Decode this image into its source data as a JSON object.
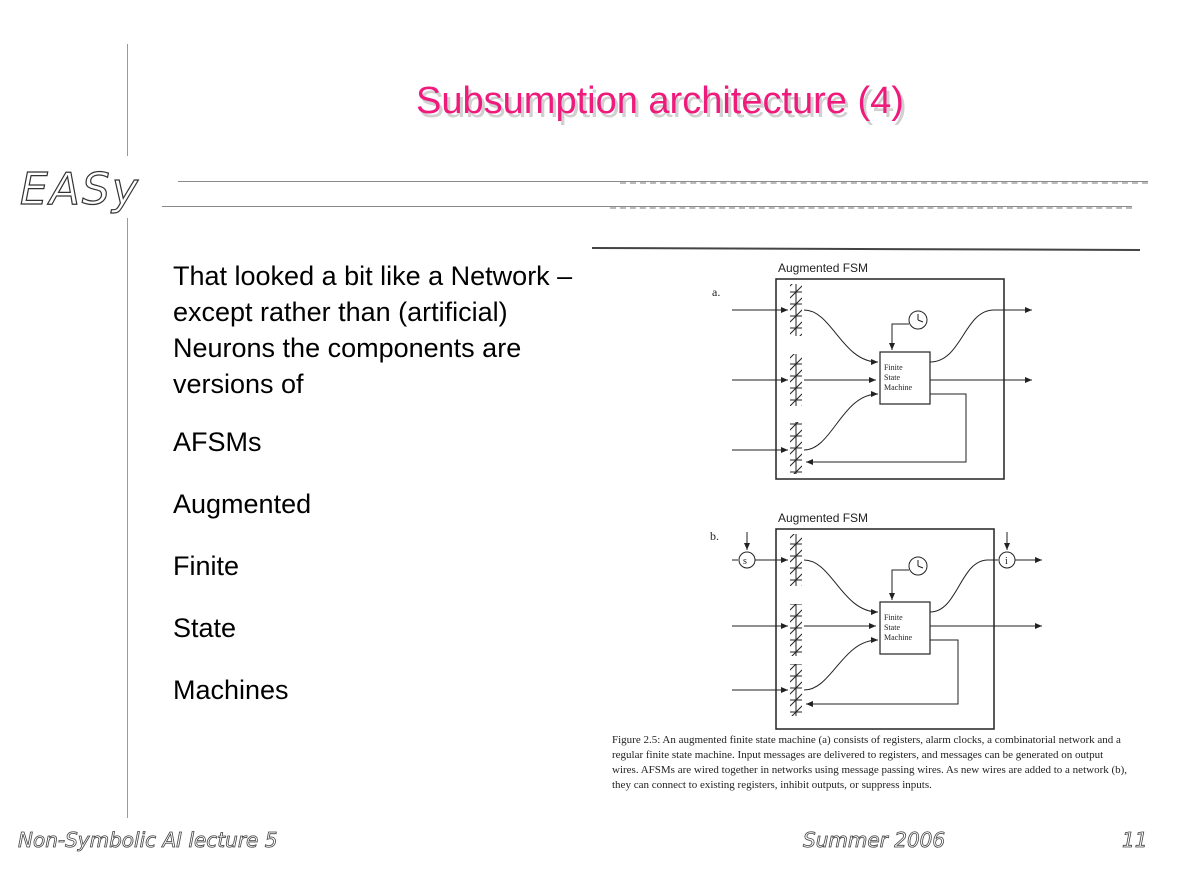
{
  "logo": "EASy",
  "title": "Subsumption architecture (4)",
  "body": {
    "intro": "That looked a bit like a Network – except rather than (artificial) Neurons the components are versions of",
    "items": [
      "AFSMs",
      "Augmented",
      "Finite",
      "State",
      "Machines"
    ]
  },
  "figure": {
    "panel_a_letter": "a.",
    "panel_a_title": "Augmented FSM",
    "panel_b_letter": "b.",
    "panel_b_title": "Augmented FSM",
    "fsm_label_line1": "Finite",
    "fsm_label_line2": "State",
    "fsm_label_line3": "Machine",
    "suppress_symbol": "s",
    "inhibit_symbol": "i",
    "caption": "Figure 2.5: An augmented finite state machine (a) consists of registers, alarm clocks, a combinatorial network and a regular finite state machine. Input messages are delivered to registers, and messages can be generated on output wires. AFSMs are wired together in networks using message passing wires. As new wires are added to a network (b), they can connect to existing registers, inhibit outputs, or suppress inputs."
  },
  "footer": {
    "course": "Non-Symbolic AI lecture 5",
    "term": "Summer 2006",
    "page": "11"
  }
}
